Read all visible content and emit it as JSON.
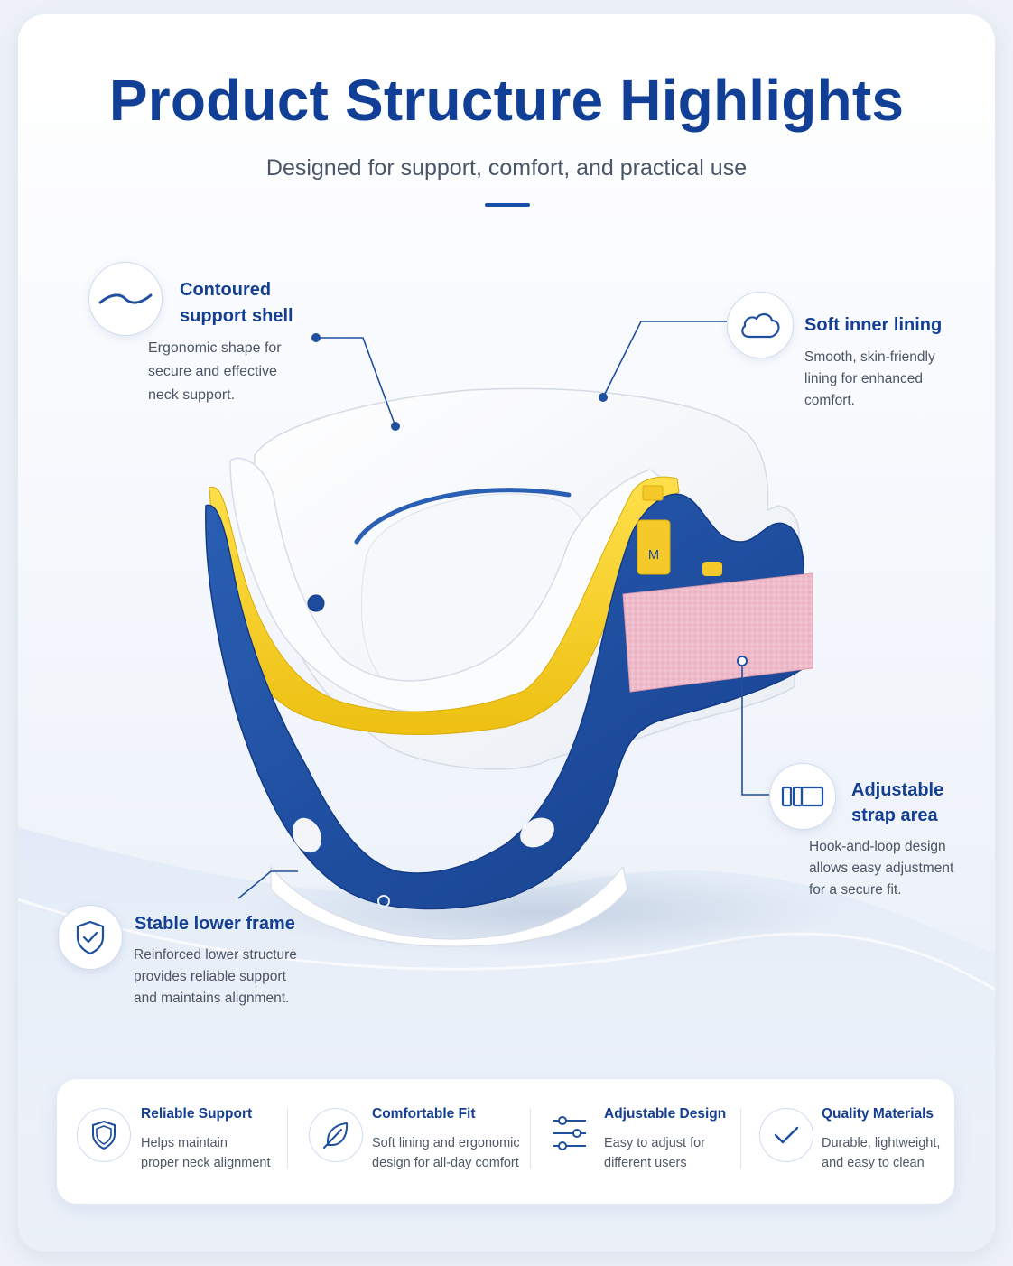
{
  "header": {
    "title": "Product Structure Highlights",
    "subtitle": "Designed for support, comfort, and practical use"
  },
  "callouts": [
    {
      "icon": "wave-curve-icon",
      "title_line1": "Contoured",
      "title_line2": "support shell",
      "desc_lines": [
        "Ergonomic shape for",
        "secure and effective",
        "neck support."
      ]
    },
    {
      "icon": "cloud-icon",
      "title_line1": "Soft inner lining",
      "desc_lines": [
        "Smooth, skin-friendly",
        "lining for enhanced",
        "comfort."
      ]
    },
    {
      "icon": "strap-icon",
      "title_line1": "Adjustable",
      "title_line2": "strap area",
      "desc_lines": [
        "Hook-and-loop design",
        "allows easy adjustment",
        "for a secure fit."
      ]
    },
    {
      "icon": "shield-check-icon",
      "title_line1": "Stable lower frame",
      "desc_lines": [
        "Reinforced lower structure",
        "provides reliable support",
        "and maintains alignment."
      ]
    }
  ],
  "product": {
    "size_tag": "M"
  },
  "features": [
    {
      "icon": "shield-icon",
      "title": "Reliable Support",
      "desc_lines": [
        "Helps maintain",
        "proper neck alignment"
      ]
    },
    {
      "icon": "feather-icon",
      "title": "Comfortable Fit",
      "desc_lines": [
        "Soft lining and ergonomic",
        "design for all-day comfort"
      ]
    },
    {
      "icon": "sliders-icon",
      "title": "Adjustable Design",
      "desc_lines": [
        "Easy to adjust for",
        "different users"
      ]
    },
    {
      "icon": "check-icon",
      "title": "Quality Materials",
      "desc_lines": [
        "Durable, lightweight,",
        "and easy to clean"
      ]
    }
  ],
  "colors": {
    "brand_blue": "#143f93",
    "frame_blue": "#1f4f9f",
    "accent_yellow": "#f3cd1e",
    "strap_pink": "#efbccc"
  }
}
